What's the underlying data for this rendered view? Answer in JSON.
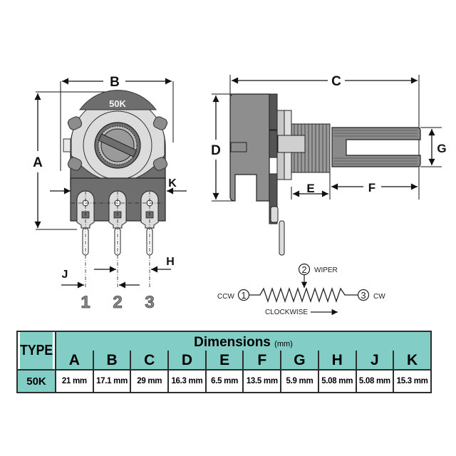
{
  "front_view": {
    "label_a": "A",
    "label_b": "B",
    "label_k": "K",
    "label_j": "J",
    "label_h": "H",
    "knob_marking": "50K",
    "pins": [
      "1",
      "2",
      "3"
    ]
  },
  "side_view": {
    "label_c": "C",
    "label_d": "D",
    "label_e": "E",
    "label_f": "F",
    "label_g": "G"
  },
  "schematic": {
    "pin1": "1",
    "pin2": "2",
    "pin3": "3",
    "ccw": "CCW",
    "cw": "CW",
    "wiper": "WIPER",
    "clockwise": "CLOCKWISE"
  },
  "table": {
    "type_header": "TYPE",
    "title": "Dimensions",
    "unit": "(mm)",
    "columns": [
      "A",
      "B",
      "C",
      "D",
      "E",
      "F",
      "G",
      "H",
      "J",
      "K"
    ],
    "rows": [
      {
        "type": "50K",
        "values": [
          "21 mm",
          "17.1 mm",
          "29 mm",
          "16.3 mm",
          "6.5 mm",
          "13.5 mm",
          "5.9 mm",
          "5.08 mm",
          "5.08 mm",
          "15.3 mm"
        ]
      }
    ]
  },
  "colors": {
    "table_header": "#82cec6",
    "body_dark": "#6e6e6e",
    "body_light": "#dcdcdc"
  }
}
